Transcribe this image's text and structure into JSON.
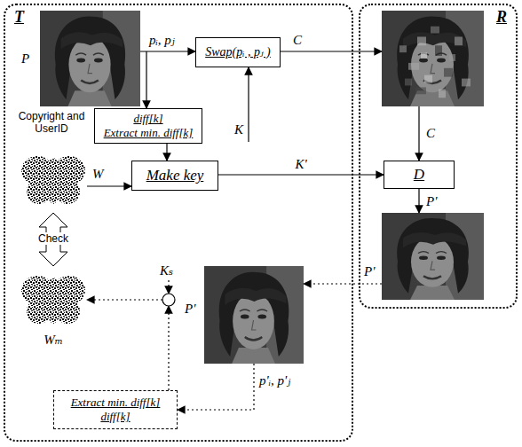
{
  "diagram": {
    "nodes": [
      {
        "text": [
          "T"
        ]
      },
      {
        "text": [
          "R"
        ]
      },
      {
        "text": [
          "Swap(pᵢ , pⱼ )"
        ],
        "in": 0
      },
      {
        "text": [
          "diff[k]",
          "Extract min. diff[k]"
        ],
        "in": 0
      },
      {
        "text": [
          "Make key"
        ],
        "in": 0
      },
      {
        "text": [
          "D"
        ],
        "in": 1
      },
      {
        "text": [
          "Extract min. diff[k]",
          "diff[k]"
        ],
        "in": 0
      }
    ],
    "edges": [
      {
        "from": 3,
        "to": 4,
        "arrow": "to"
      },
      {
        "from": 4,
        "to": 5,
        "arrow": "to",
        "label": "K'"
      }
    ],
    "labels": [
      "P",
      "pᵢ, pⱼ",
      "C",
      "K",
      "Copyright and UserID",
      "W",
      "C",
      "P'",
      "Check",
      "Kₛ",
      "P'",
      "P'",
      "Wₘ",
      "p'ᵢ, p'ⱼ"
    ]
  }
}
